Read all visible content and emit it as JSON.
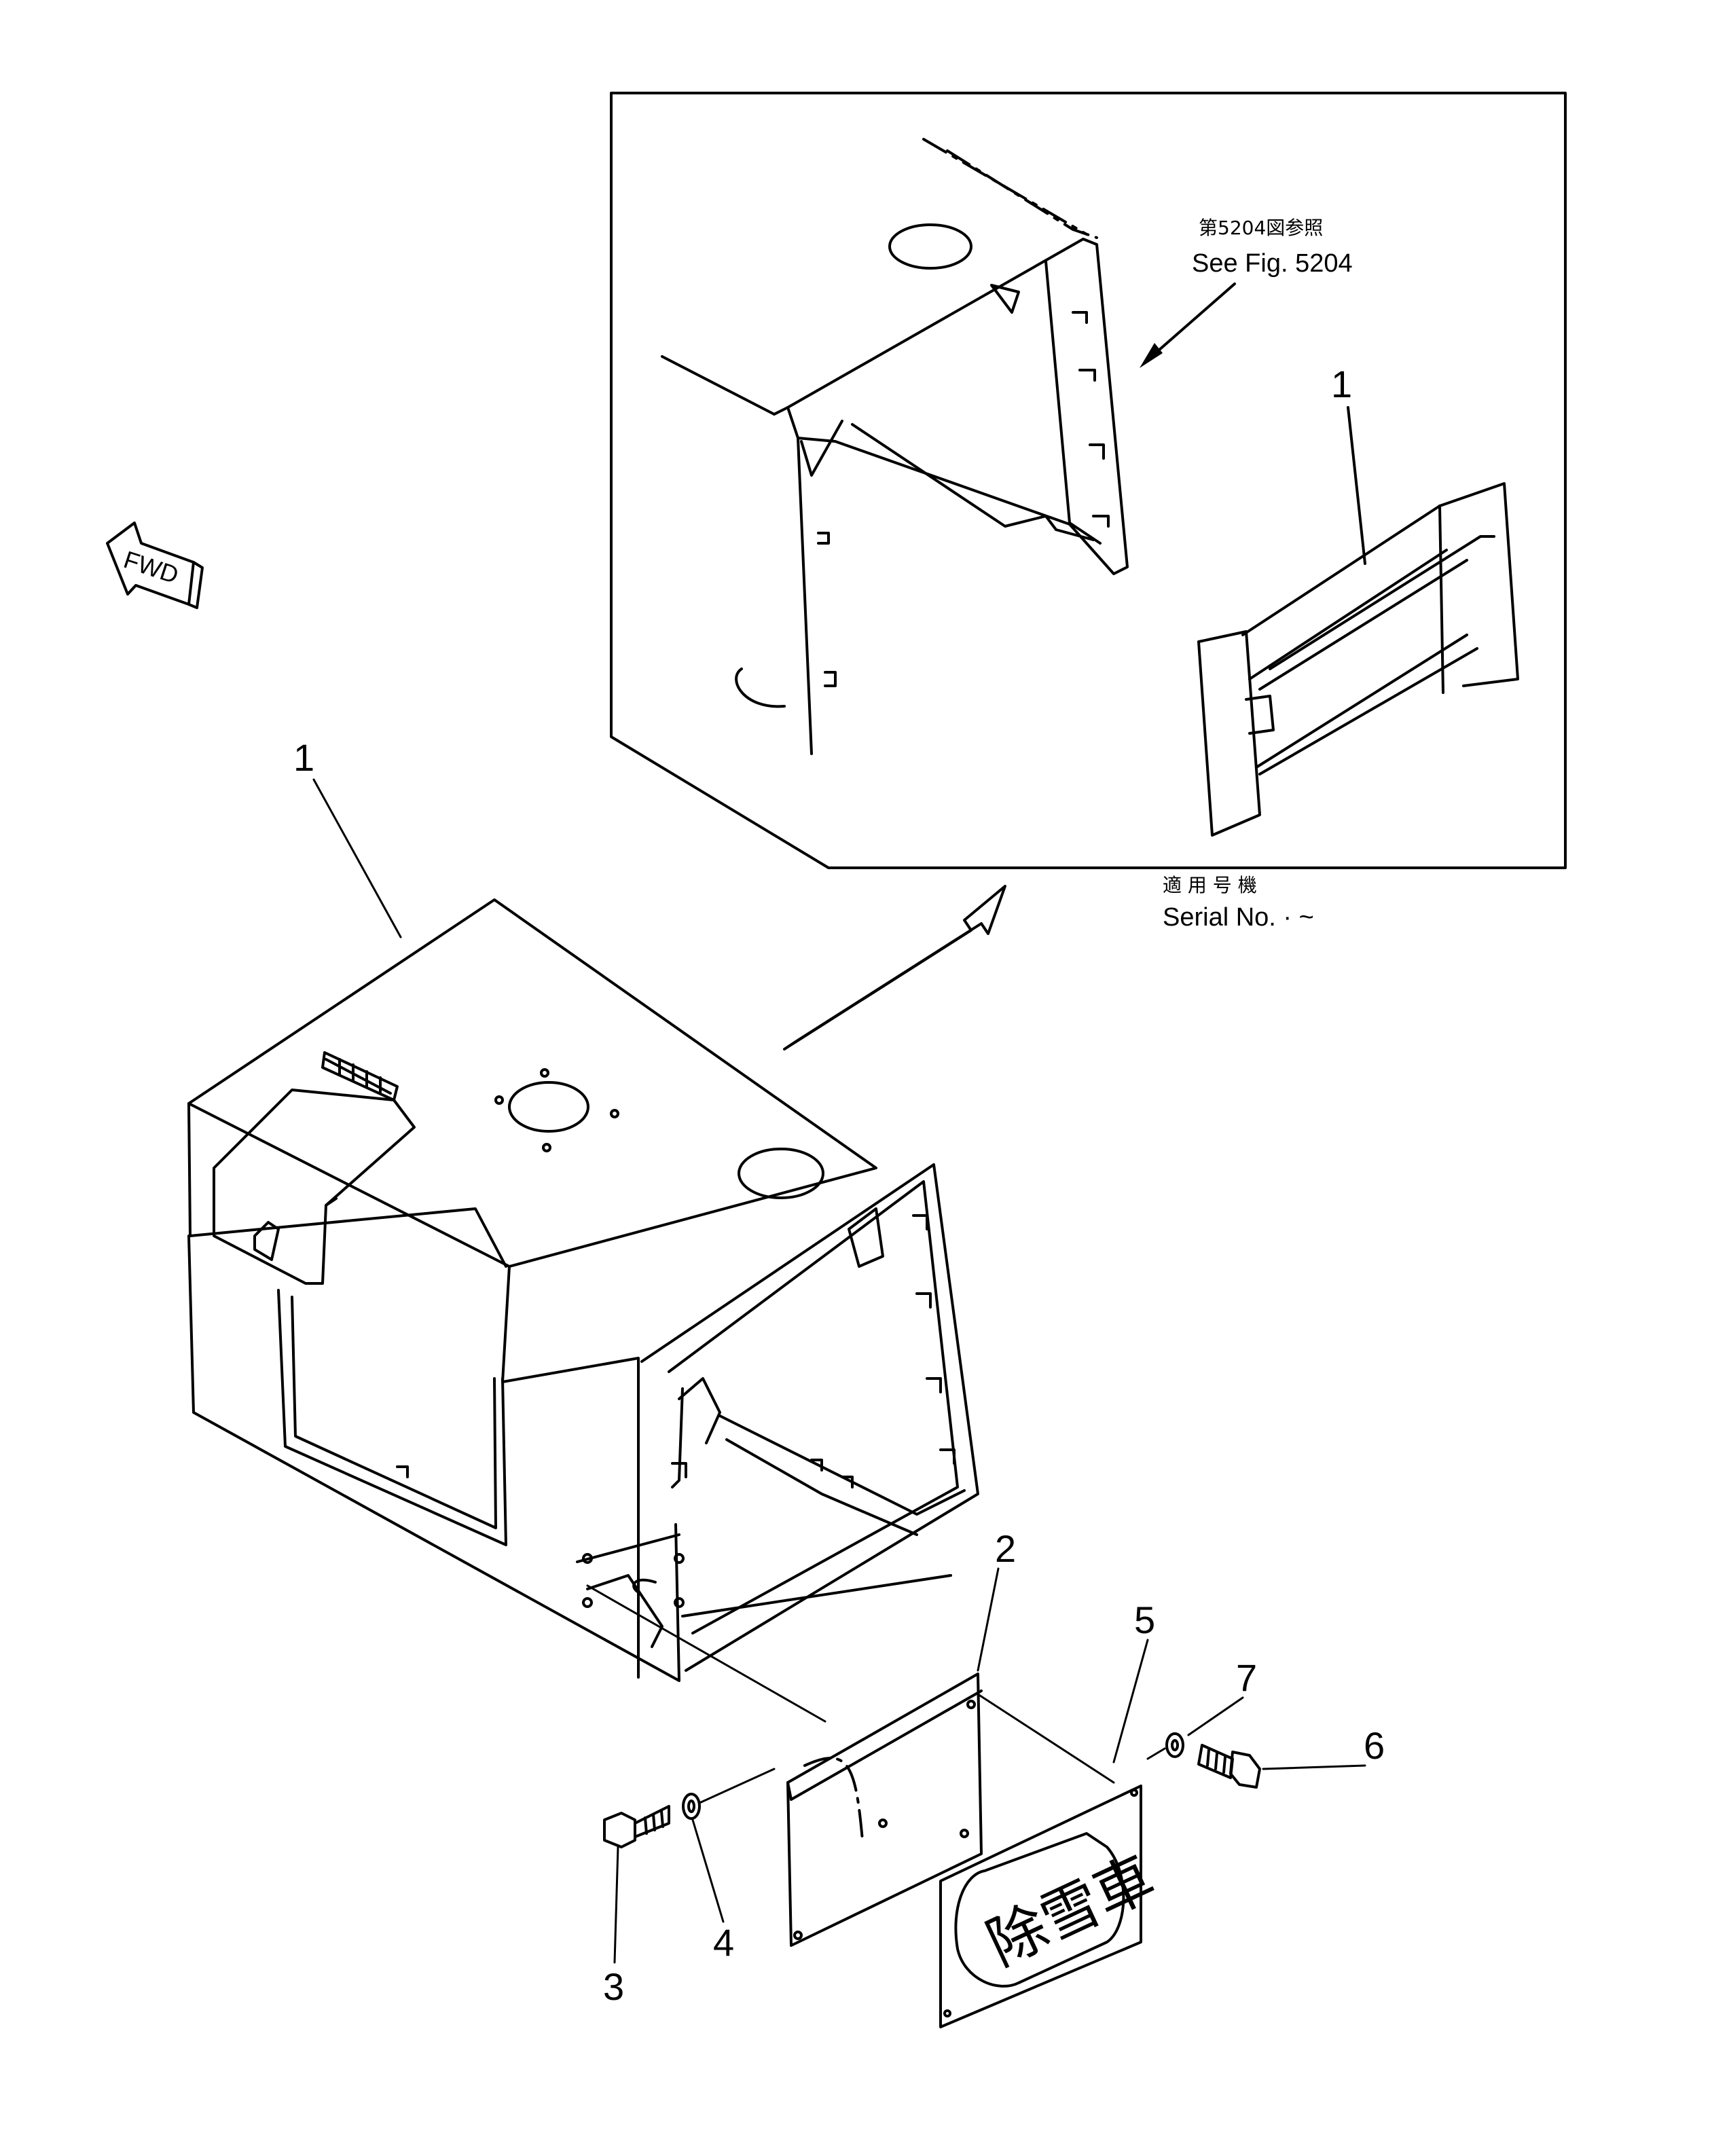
{
  "inset": {
    "reference_jp": "第5204図参照",
    "reference_en": "See Fig. 5204",
    "serial_jp": "適 用 号 機",
    "serial_en": "Serial No.   ·  ~"
  },
  "fwd_label": "FWD",
  "plate_text": "除雪車",
  "callouts": {
    "inset_part": "1",
    "main_part": "1",
    "plate": "2",
    "bolt_left": "3",
    "washer_left": "4",
    "name_plate": "5",
    "bolt_right": "6",
    "washer_right": "7"
  },
  "icons": [
    "fwd-arrow-icon",
    "direction-arrow-icon",
    "leader-arrow-icon",
    "bolt-icon",
    "washer-icon"
  ]
}
